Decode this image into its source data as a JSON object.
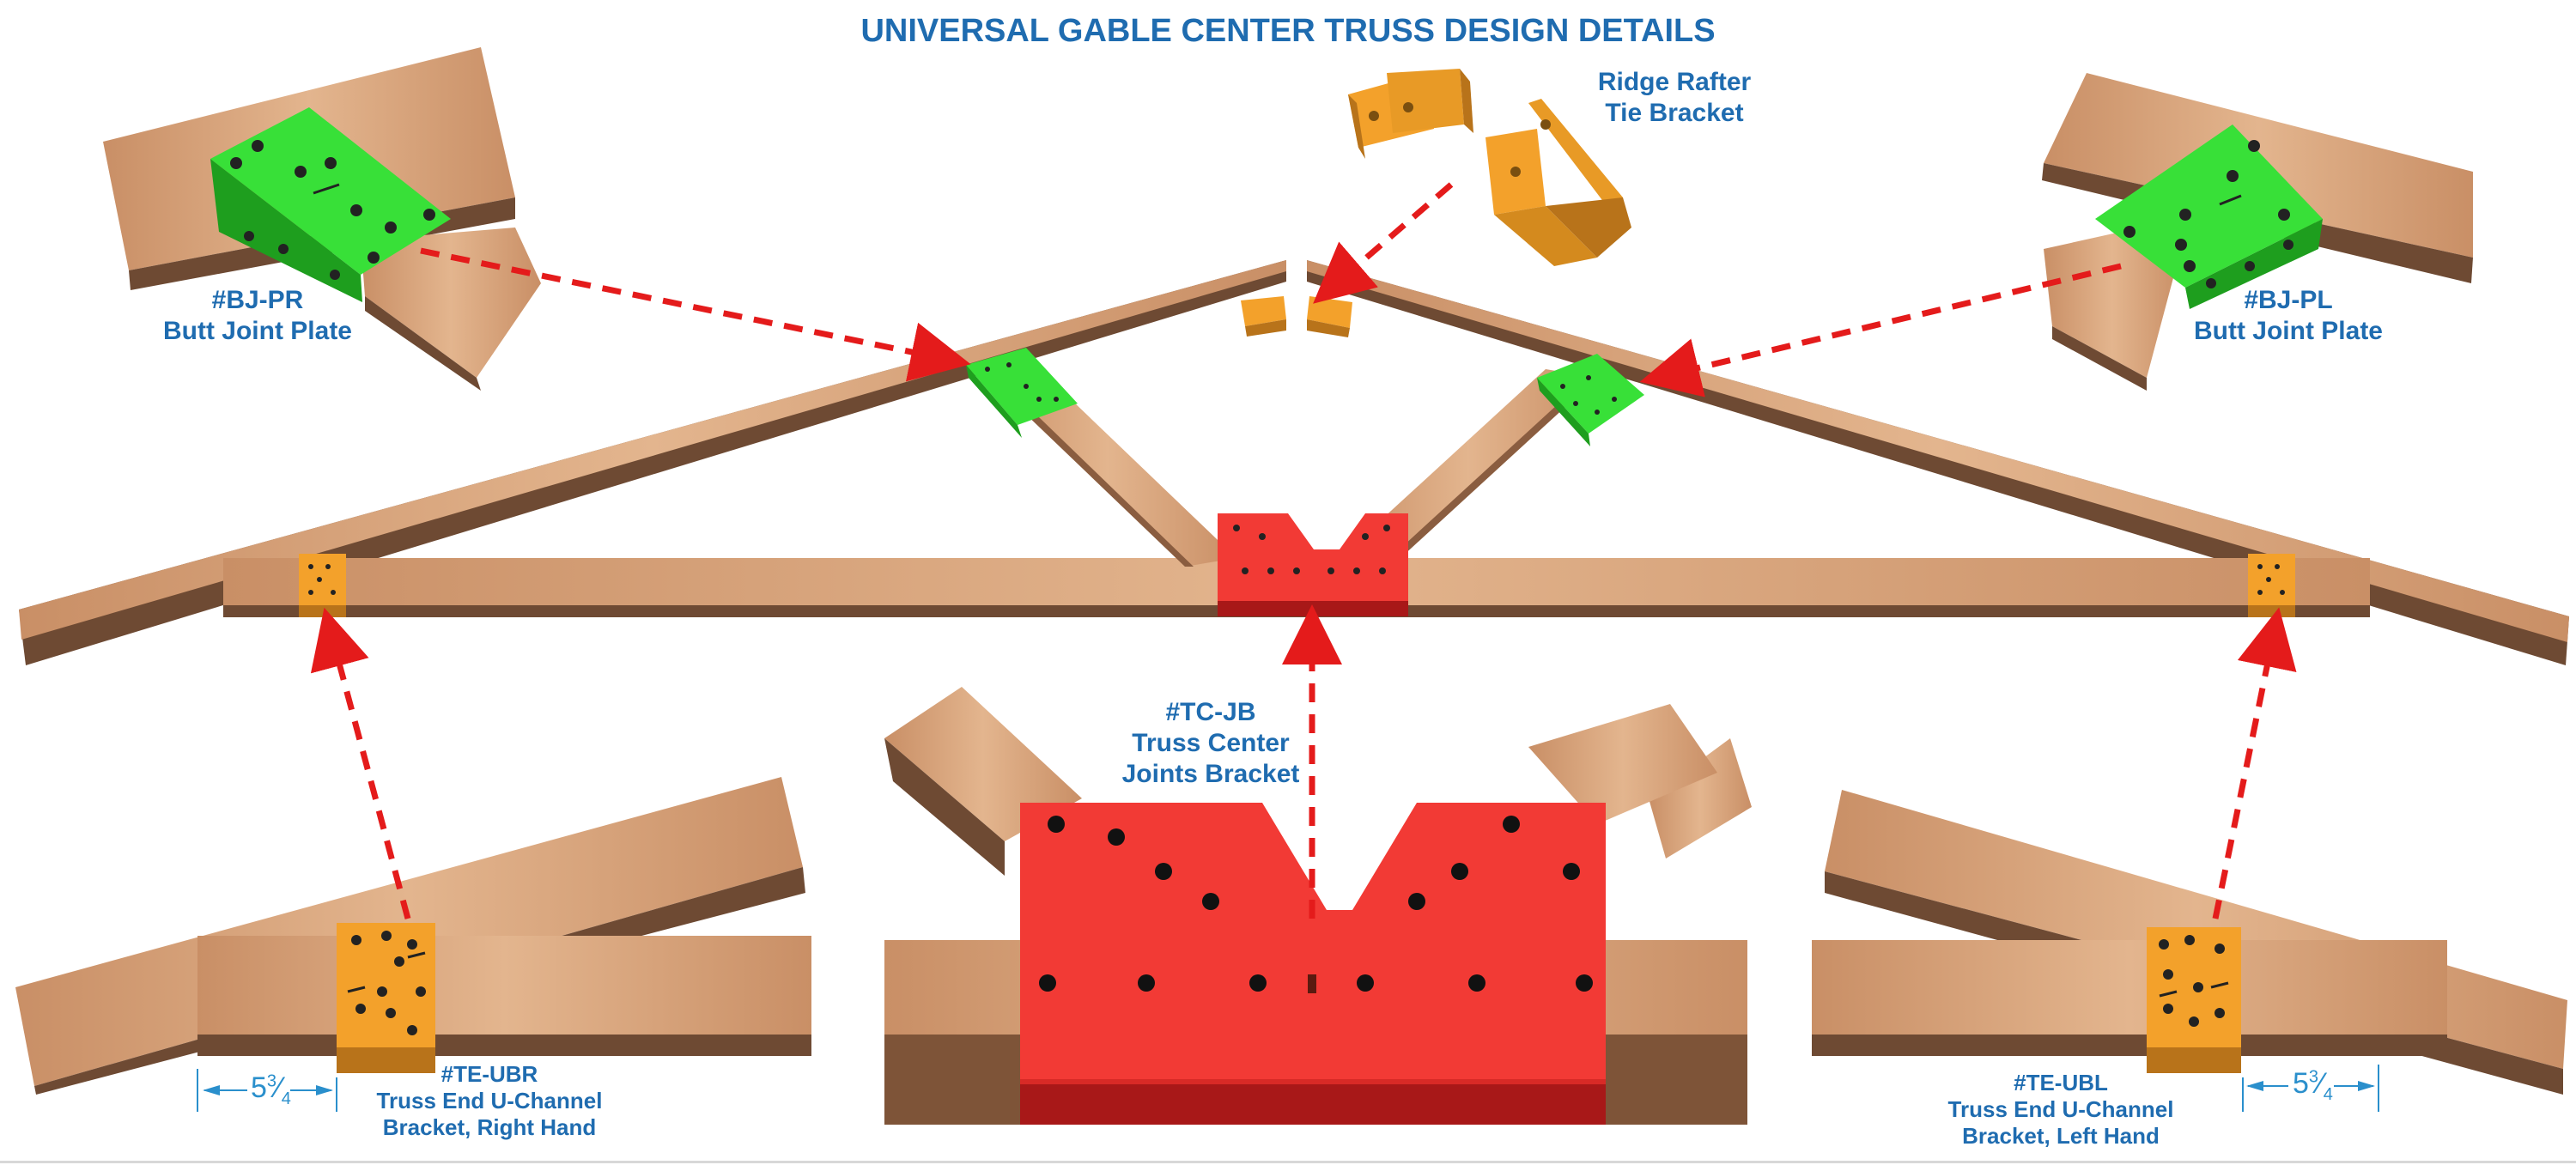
{
  "title": "UNIVERSAL GABLE CENTER TRUSS DESIGN DETAILS",
  "colors": {
    "label_blue": "#1f6cb0",
    "wood_light": "#d9a57c",
    "wood_dark": "#6e4a33",
    "green_plate": "#38e038",
    "orange_bracket": "#f3a12b",
    "red_bracket": "#f23a35",
    "arrow_red": "#e41b1b"
  },
  "labels": {
    "ridge": [
      "Ridge Rafter",
      "Tie Bracket"
    ],
    "bj_pr": [
      "#BJ-PR",
      "Butt Joint Plate"
    ],
    "bj_pl": [
      "#BJ-PL",
      "Butt Joint Plate"
    ],
    "tc_jb": [
      "#TC-JB",
      "Truss Center",
      "Joints Bracket"
    ],
    "te_ubr": [
      "#TE-UBR",
      "Truss End U-Channel",
      "Bracket, Right Hand"
    ],
    "te_ubl": [
      "#TE-UBL",
      "Truss End U-Channel",
      "Bracket, Left Hand"
    ]
  },
  "dimension": {
    "whole": "5",
    "numerator": "3",
    "denominator": "4"
  },
  "icons": [
    "dashed-arrow",
    "dimension-arrow"
  ]
}
